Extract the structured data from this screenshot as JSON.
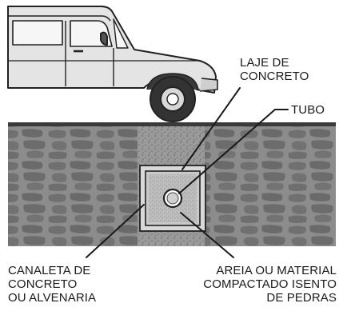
{
  "labels": {
    "slab": [
      "LAJE DE",
      "CONCRETO"
    ],
    "pipe": [
      "TUBO"
    ],
    "channel": [
      "CANALETA DE",
      "CONCRETO",
      "OU ALVENARIA"
    ],
    "fill": [
      "AREIA OU MATERIAL",
      "COMPACTADO ISENTO",
      "DE PEDRAS"
    ]
  },
  "colors": {
    "soil": "#8c8c8c",
    "stone": "#6e6e6e",
    "ground_line": "#3a3a3a",
    "trench": "#9a9a9a",
    "sand": "#b4b4b4",
    "channel_wall": "#d9d9d9",
    "vehicle_body": "#e4e4e4",
    "outline": "#222222"
  }
}
